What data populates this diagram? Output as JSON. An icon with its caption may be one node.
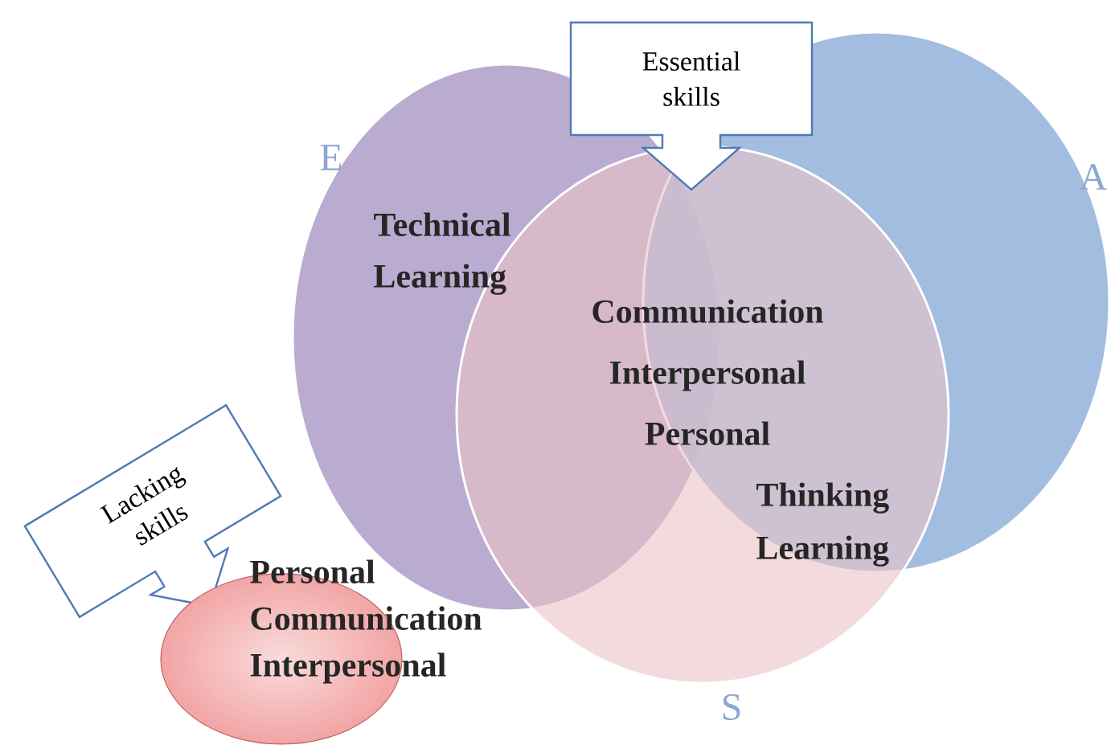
{
  "diagram": {
    "nodes": [
      {
        "text": [
          "E"
        ]
      },
      {
        "text": [
          "A"
        ]
      },
      {
        "text": [
          "S"
        ]
      },
      {
        "text": [
          "Essential skills"
        ]
      },
      {
        "text": [
          "Lacking skills"
        ]
      },
      {
        "text": [
          "Personal Communication Interpersonal"
        ]
      }
    ],
    "labels": [
      "Technical Learning",
      "Communication Interpersonal Personal",
      "Thinking Learning"
    ]
  }
}
